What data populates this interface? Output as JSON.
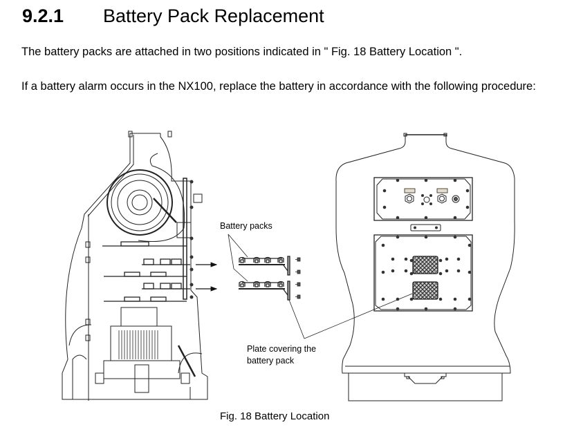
{
  "section": {
    "number": "9.2.1",
    "title": "Battery Pack Replacement"
  },
  "paragraphs": [
    "The battery packs are attached in two positions indicated in \" Fig. 18  Battery Location \".",
    "If a battery alarm occurs in the NX100, replace the battery in accordance with the following procedure:"
  ],
  "figure": {
    "caption": "Fig. 18  Battery Location",
    "callouts": {
      "battery_packs": "Battery packs",
      "plate_line1": "Plate covering the",
      "plate_line2": "battery pack"
    },
    "views": [
      "side-cutaway-view",
      "rear-view"
    ]
  }
}
